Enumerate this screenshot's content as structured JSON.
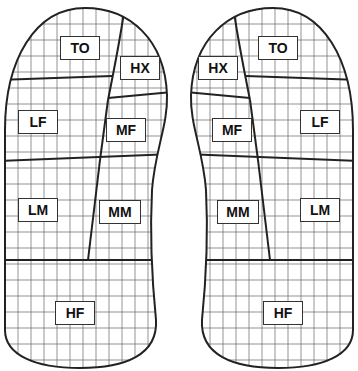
{
  "diagram": {
    "nodes": [
      {
        "text": [
          "TO"
        ]
      },
      {
        "text": [
          "HX"
        ]
      },
      {
        "text": [
          "HX"
        ]
      },
      {
        "text": [
          "TO"
        ]
      },
      {
        "text": [
          "LF"
        ]
      },
      {
        "text": [
          "MF"
        ]
      },
      {
        "text": [
          "MF"
        ]
      },
      {
        "text": [
          "LF"
        ]
      },
      {
        "text": [
          "LM"
        ]
      },
      {
        "text": [
          "MM"
        ]
      },
      {
        "text": [
          "MM"
        ]
      },
      {
        "text": [
          "LM"
        ]
      },
      {
        "text": [
          "HF"
        ]
      },
      {
        "text": [
          "HF"
        ]
      }
    ]
  }
}
